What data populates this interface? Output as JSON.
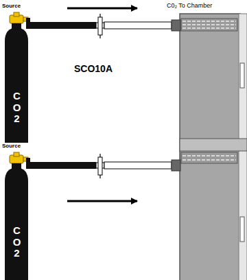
{
  "diagram": {
    "nodes": [
      {
        "text": [
          "Source",
          "C O 2"
        ]
      },
      {
        "text": [
          "Source",
          "C O 2"
        ]
      }
    ],
    "labels": [
      "C0₂ To Chamber",
      "SCO10A"
    ]
  }
}
